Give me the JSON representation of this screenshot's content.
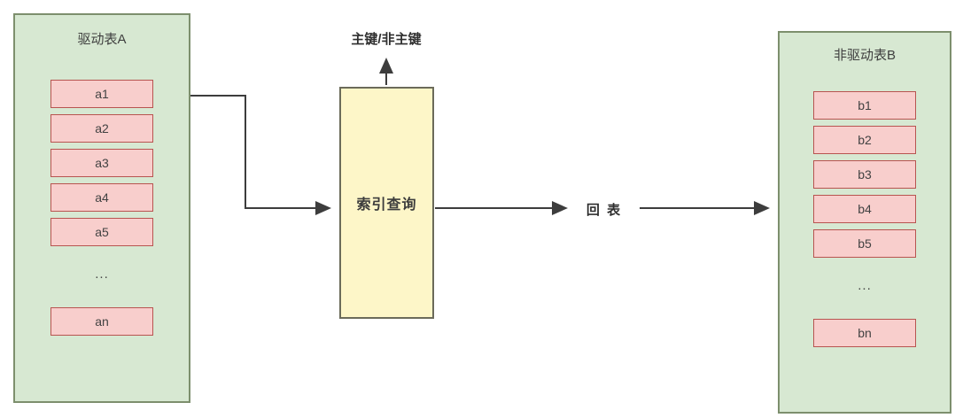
{
  "left_table": {
    "title": "驱动表A",
    "rows": [
      "a1",
      "a2",
      "a3",
      "a4",
      "a5"
    ],
    "ellipsis": "...",
    "last_row": "an"
  },
  "right_table": {
    "title": "非驱动表B",
    "rows": [
      "b1",
      "b2",
      "b3",
      "b4",
      "b5"
    ],
    "ellipsis": "...",
    "last_row": "bn"
  },
  "index_box": {
    "label": "索引查询"
  },
  "top_label": "主键/非主键",
  "mid_label": "回 表",
  "colors": {
    "table_fill": "#d7e8d2",
    "table_border": "#7d8f6d",
    "row_fill": "#f8cecc",
    "row_border": "#b85450",
    "index_fill": "#fdf6c8",
    "index_border": "#6b6b5a",
    "arrow": "#3d3d3d"
  }
}
